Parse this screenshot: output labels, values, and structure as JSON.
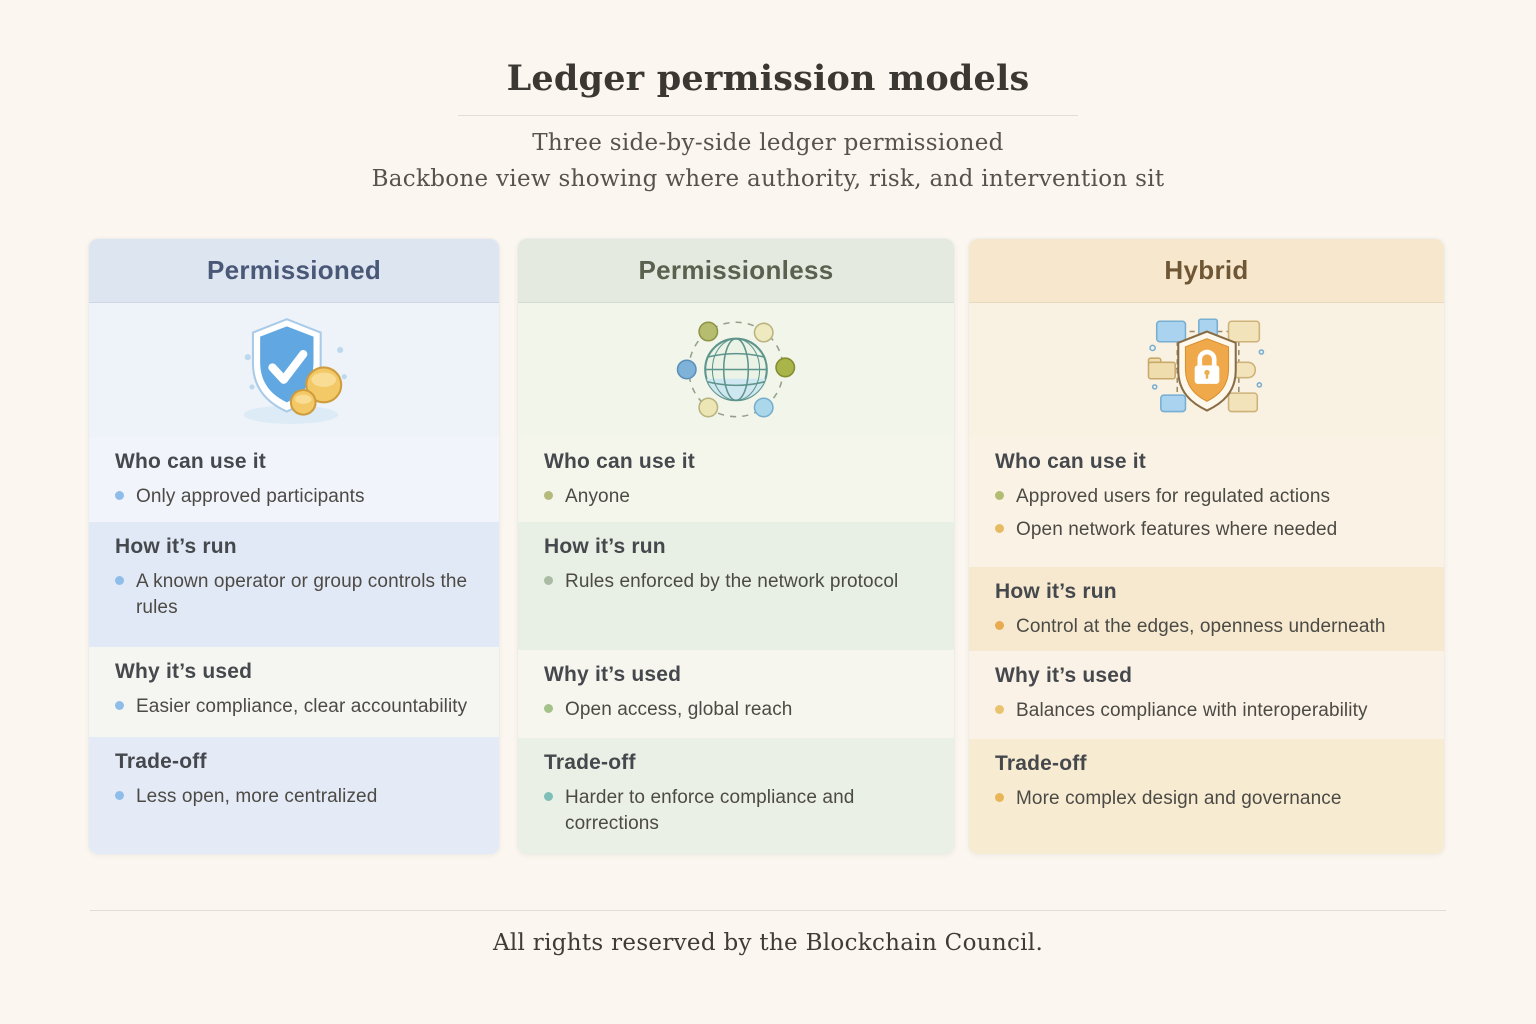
{
  "page": {
    "title": "Ledger permission models",
    "subtitle_line1": "Three side-by-side ledger permissioned",
    "subtitle_line2": "Backbone view showing where authority, risk, and intervention sit",
    "footer": "All rights reserved by the Blockchain Council.",
    "background": "#fbf6ef"
  },
  "columns": [
    {
      "id": "permissioned",
      "title": "Permissioned",
      "icon": "shield-check-coins-icon",
      "colors": {
        "header_bg": "#dde5f1",
        "header_text": "#4a5878",
        "icon_bg": "#eef2f9",
        "accent": "#61a7e2"
      },
      "sections": [
        {
          "heading": "Who can use it",
          "bg": "#f1f4fa",
          "bullets": [
            {
              "text": "Only approved participants",
              "dot": "#8fbde9"
            }
          ]
        },
        {
          "heading": "How it’s run",
          "bg": "#e2e9f6",
          "bullets": [
            {
              "text": "A known operator or group controls the rules",
              "dot": "#8fbde9"
            }
          ]
        },
        {
          "heading": "Why it’s used",
          "bg": "#f5f5f1",
          "bullets": [
            {
              "text": "Easier compliance, clear accountability",
              "dot": "#8fbde9"
            }
          ]
        },
        {
          "heading": "Trade-off",
          "bg": "#e4eaf6",
          "bullets": [
            {
              "text": "Less open, more centralized",
              "dot": "#8fbde9"
            }
          ]
        }
      ]
    },
    {
      "id": "permissionless",
      "title": "Permissionless",
      "icon": "globe-network-icon",
      "colors": {
        "header_bg": "#e4eadf",
        "header_text": "#59624f",
        "icon_bg": "#f2f5ea",
        "accent": "#5d948c"
      },
      "sections": [
        {
          "heading": "Who can use it",
          "bg": "#f4f6ec",
          "bullets": [
            {
              "text": "Anyone",
              "dot": "#b4ba7c"
            }
          ]
        },
        {
          "heading": "How it’s run",
          "bg": "#e8efe4",
          "bullets": [
            {
              "text": "Rules enforced by the network protocol",
              "dot": "#a9bba2"
            }
          ]
        },
        {
          "heading": "Why it’s used",
          "bg": "#f6f6ef",
          "bullets": [
            {
              "text": "Open access, global reach",
              "dot": "#a3c289"
            }
          ]
        },
        {
          "heading": "Trade-off",
          "bg": "#eaf0e6",
          "bullets": [
            {
              "text": "Harder to enforce compliance and corrections",
              "dot": "#7fbfb7"
            }
          ]
        }
      ]
    },
    {
      "id": "hybrid",
      "title": "Hybrid",
      "icon": "hybrid-shield-lock-icon",
      "colors": {
        "header_bg": "#f7e8cd",
        "header_text": "#6f5736",
        "icon_bg": "#f9f1e1",
        "accent": "#f0a94a"
      },
      "sections": [
        {
          "heading": "Who can use it",
          "bg": "#faf3e5",
          "bullets": [
            {
              "text": "Approved users for regulated actions",
              "dot": "#b2bd72"
            },
            {
              "text": "Open network features where needed",
              "dot": "#e6bb62"
            }
          ]
        },
        {
          "heading": "How it’s run",
          "bg": "#f6e9d0",
          "bullets": [
            {
              "text": "Control at the edges, openness underneath",
              "dot": "#e8ab52"
            }
          ]
        },
        {
          "heading": "Why it’s used",
          "bg": "#faf2e6",
          "bullets": [
            {
              "text": "Balances compliance with interoperability",
              "dot": "#e9c36e"
            }
          ]
        },
        {
          "heading": "Trade-off",
          "bg": "#f7ebd2",
          "bullets": [
            {
              "text": "More complex design and governance",
              "dot": "#e8b558"
            }
          ]
        }
      ]
    }
  ]
}
